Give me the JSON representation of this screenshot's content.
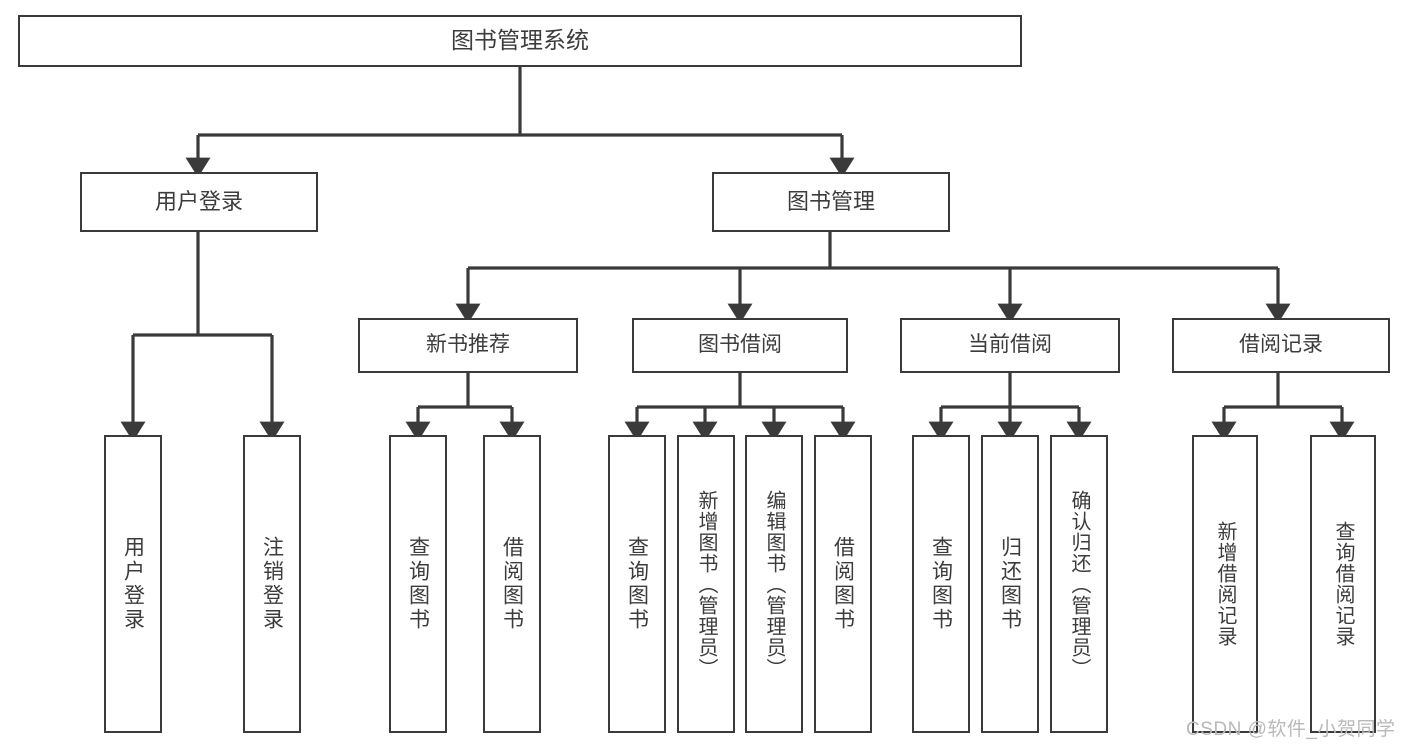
{
  "diagram": {
    "title": "图书管理系统",
    "type": "tree-hierarchy",
    "root": {
      "id": "root",
      "label": "图书管理系统"
    },
    "level1": [
      {
        "id": "user-login",
        "label": "用户登录"
      },
      {
        "id": "book-management",
        "label": "图书管理"
      }
    ],
    "level2": [
      {
        "id": "new-book-recommend",
        "label": "新书推荐",
        "parent": "book-management"
      },
      {
        "id": "book-borrow",
        "label": "图书借阅",
        "parent": "book-management"
      },
      {
        "id": "current-borrow",
        "label": "当前借阅",
        "parent": "book-management"
      },
      {
        "id": "borrow-record",
        "label": "借阅记录",
        "parent": "book-management"
      }
    ],
    "leaves": {
      "user_login": [
        {
          "id": "leaf-user-login",
          "label": "用户登录"
        },
        {
          "id": "leaf-user-logout",
          "label": "注销登录"
        }
      ],
      "new_book_recommend": [
        {
          "id": "leaf-query-book-1",
          "label": "查询图书"
        },
        {
          "id": "leaf-borrow-book-1",
          "label": "借阅图书"
        }
      ],
      "book_borrow": [
        {
          "id": "leaf-query-book-2",
          "label": "查询图书"
        },
        {
          "id": "leaf-add-book",
          "label": "新增图书（管理员）"
        },
        {
          "id": "leaf-edit-book",
          "label": "编辑图书（管理员）"
        },
        {
          "id": "leaf-borrow-book-2",
          "label": "借阅图书"
        }
      ],
      "current_borrow": [
        {
          "id": "leaf-query-book-3",
          "label": "查询图书"
        },
        {
          "id": "leaf-return-book",
          "label": "归还图书"
        },
        {
          "id": "leaf-confirm-return",
          "label": "确认归还（管理员）"
        }
      ],
      "borrow_record": [
        {
          "id": "leaf-add-record",
          "label": "新增借阅记录"
        },
        {
          "id": "leaf-query-record",
          "label": "查询借阅记录"
        }
      ]
    },
    "colors": {
      "box_border": "#3a3a3a",
      "box_fill": "#ffffff",
      "text": "#3c3c3c",
      "connector": "#3a3a3a",
      "watermark": "#b9b9b9",
      "background": "#ffffff"
    }
  },
  "watermark": {
    "text": "CSDN @软件_小贺同学"
  }
}
